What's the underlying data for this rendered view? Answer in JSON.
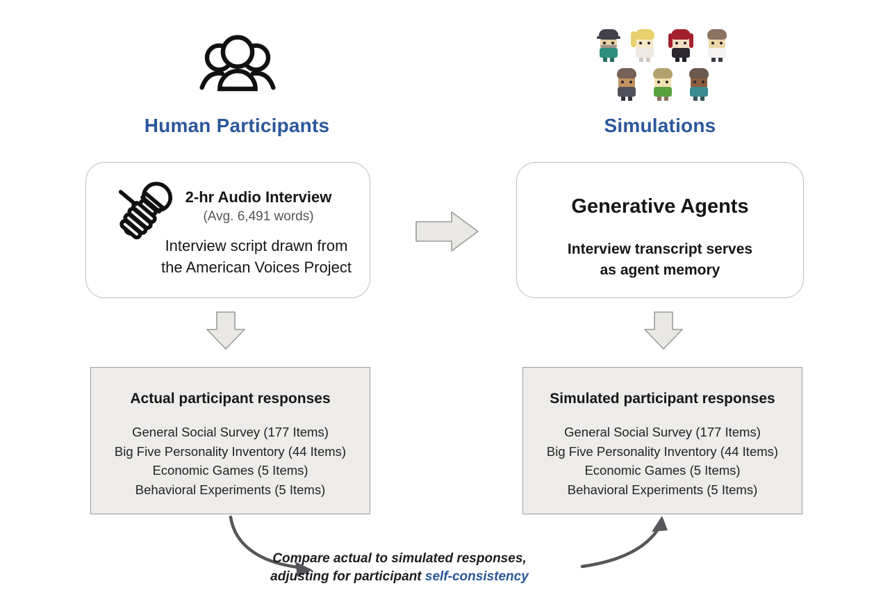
{
  "colors": {
    "accent_blue": "#2b579a",
    "text_dark": "#161616",
    "muted_text": "#555555",
    "round_box_border": "#bdbdbd",
    "gray_box_fill": "#edecea",
    "gray_box_border": "#9e9e9e",
    "block_arrow_fill": "#e9e8e5",
    "block_arrow_border": "#9a9a9a",
    "curved_arrow": "#55565a"
  },
  "left_column": {
    "title": "Human Participants",
    "icon": "people-group-icon",
    "interview_box": {
      "icon": "microphone-in-hand-icon",
      "heading": "2-hr Audio Interview",
      "subheading": "(Avg. 6,491 words)",
      "body_line1": "Interview script drawn from",
      "body_line2": "the American Voices Project"
    },
    "responses_box": {
      "heading": "Actual participant responses",
      "items": [
        "General Social Survey (177 Items)",
        "Big Five Personality Inventory (44 Items)",
        "Economic Games (5 Items)",
        "Behavioral Experiments (5 Items)"
      ]
    }
  },
  "right_column": {
    "title": "Simulations",
    "agents_box": {
      "heading": "Generative Agents",
      "body_line1": "Interview transcript serves",
      "body_line2": "as agent memory"
    },
    "responses_box": {
      "heading": "Simulated participant responses",
      "items": [
        "General Social Survey (177 Items)",
        "Big Five Personality Inventory (44 Items)",
        "Economic Games (5 Items)",
        "Behavioral Experiments (5 Items)"
      ]
    },
    "characters": [
      {
        "name": "bearded-man-teal-suit",
        "hat": true,
        "hair": "#42414b",
        "skin": "#e6cfa0",
        "beard": "#9b968a",
        "outfit": "#2f8f7e",
        "legs": "#2a6e62"
      },
      {
        "name": "blonde-woman-pink-dress",
        "ponytail": true,
        "hair": "#e8d16e",
        "skin": "#f8e8c9",
        "outfit": "#efe9e3",
        "band": "#efa7b9",
        "legs": "#cfc8c0"
      },
      {
        "name": "red-haired-woman-black-outfit",
        "longhair": true,
        "hair": "#a3212e",
        "skin": "#f2dfc2",
        "outfit": "#2c2832",
        "legs": "#232029"
      },
      {
        "name": "brown-haired-man-white-shirt",
        "hair": "#8b7263",
        "skin": "#eed7a8",
        "outfit": "#f4f3f1",
        "legs": "#3d3c44"
      },
      {
        "name": "man-dark-gray-jacket",
        "hair": "#756156",
        "skin": "#c2925f",
        "outfit": "#50505a",
        "legs": "#35343c"
      },
      {
        "name": "blond-man-green-jacket",
        "band": "#d07a2e",
        "hair": "#b3a26e",
        "skin": "#f3e0b2",
        "outfit": "#58a23e",
        "legs": "#8a7358"
      },
      {
        "name": "dark-skinned-person-teal-top",
        "hair": "#6b584e",
        "skin": "#8d5e3d",
        "outfit": "#3a8b91",
        "legs": "#37555c"
      }
    ]
  },
  "flow": {
    "interview_to_agents_arrow": "right-block-arrow",
    "left_down_arrow": "down-block-arrow",
    "right_down_arrow": "down-block-arrow"
  },
  "compare_note": {
    "line1": "Compare actual to simulated responses,",
    "line2_prefix": "adjusting for participant ",
    "line2_highlight": "self-consistency"
  }
}
